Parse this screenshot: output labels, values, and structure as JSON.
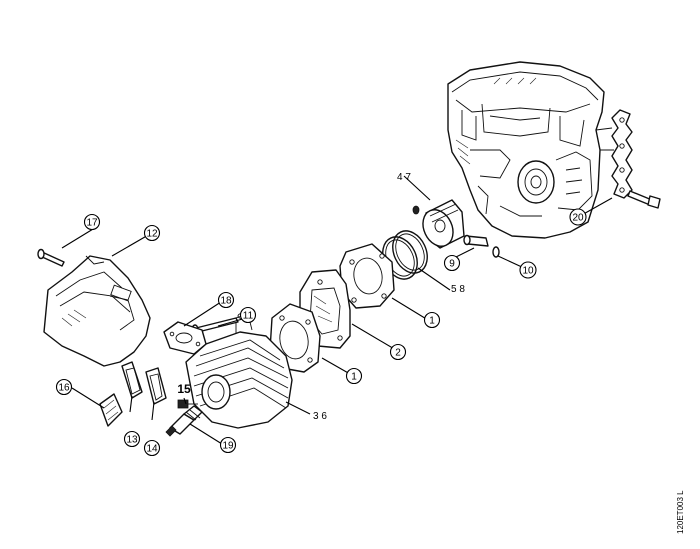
{
  "diagram": {
    "drawing_code": "120ET003 L",
    "callouts": [
      {
        "id": "c1a",
        "label": "1"
      },
      {
        "id": "c1b",
        "label": "1"
      },
      {
        "id": "c2",
        "label": "2"
      },
      {
        "id": "c3_6",
        "label": "3 6"
      },
      {
        "id": "c4_7",
        "label": "4 7"
      },
      {
        "id": "c5_8",
        "label": "5 8"
      },
      {
        "id": "c9",
        "label": "9"
      },
      {
        "id": "c10",
        "label": "10"
      },
      {
        "id": "c11",
        "label": "11"
      },
      {
        "id": "c12",
        "label": "12"
      },
      {
        "id": "c13",
        "label": "13"
      },
      {
        "id": "c14",
        "label": "14"
      },
      {
        "id": "c15",
        "label": "15"
      },
      {
        "id": "c16",
        "label": "16"
      },
      {
        "id": "c17",
        "label": "17"
      },
      {
        "id": "c18",
        "label": "18"
      },
      {
        "id": "c19",
        "label": "19"
      },
      {
        "id": "c20",
        "label": "20"
      }
    ]
  }
}
